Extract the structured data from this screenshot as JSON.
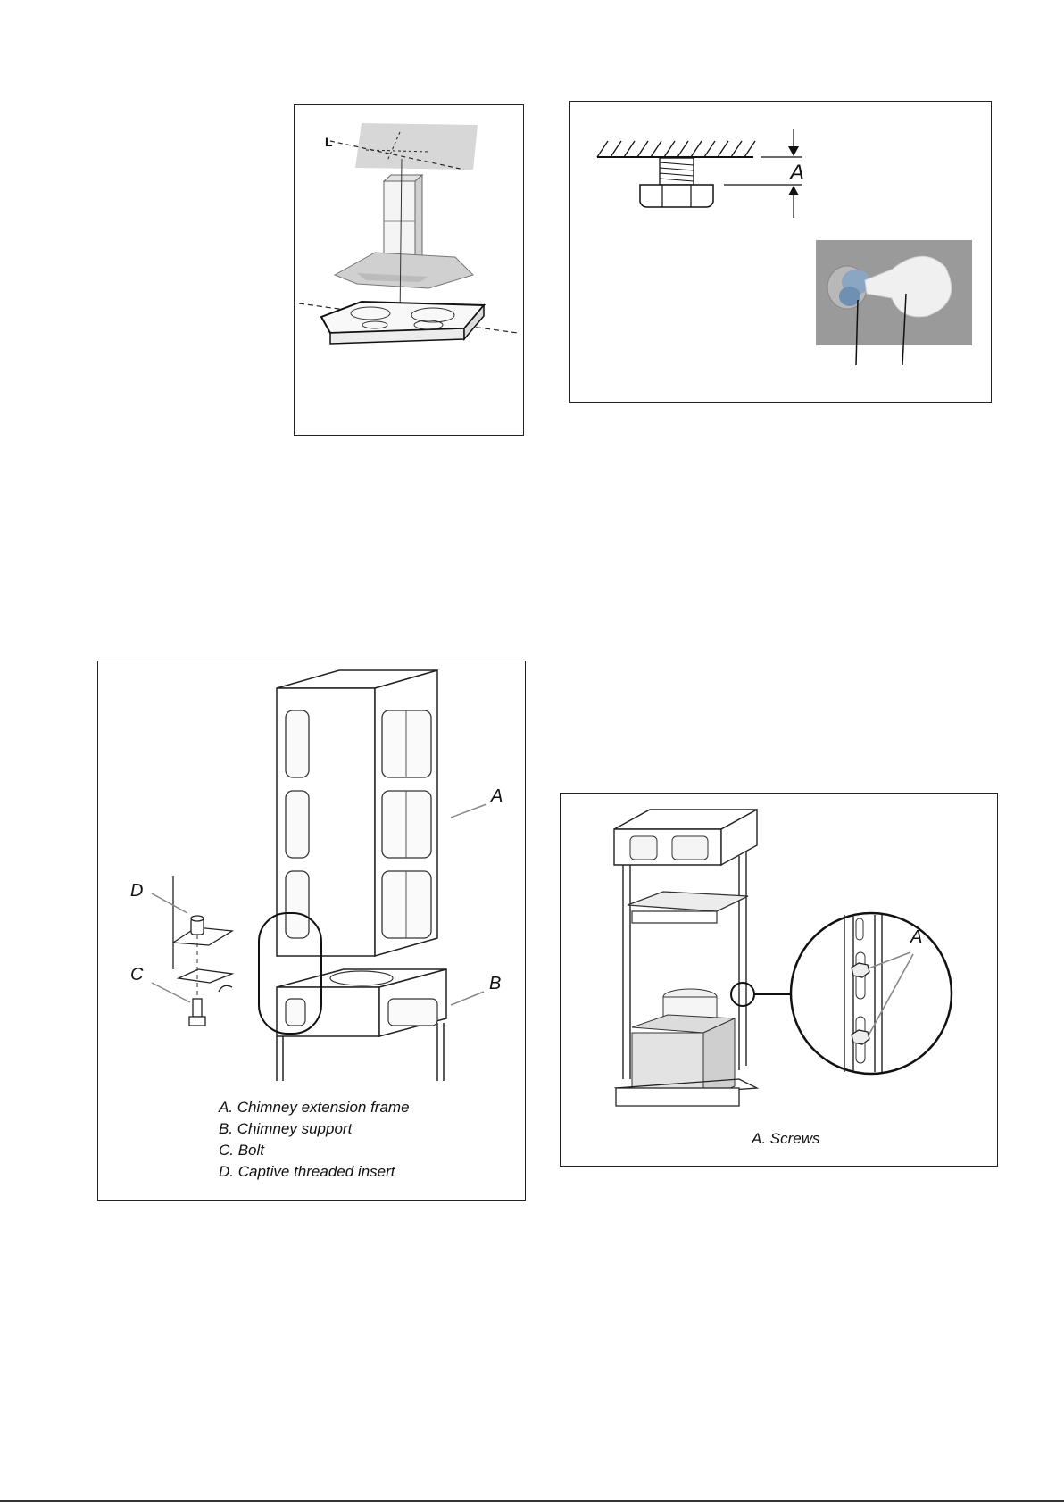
{
  "figure1": {
    "label_l": "L"
  },
  "figure2": {
    "label_a": "A"
  },
  "figure3": {
    "label_a": "A",
    "label_b": "B",
    "label_c": "C",
    "label_d": "D",
    "legend": [
      "A. Chimney extension frame",
      "B. Chimney support",
      "C. Bolt",
      "D. Captive threaded insert"
    ]
  },
  "figure4": {
    "label_a": "A",
    "legend": "A. Screws"
  },
  "colors": {
    "line": "#222222",
    "photo_bg": "#9a9a9a",
    "panel": "#e6e6e6"
  }
}
